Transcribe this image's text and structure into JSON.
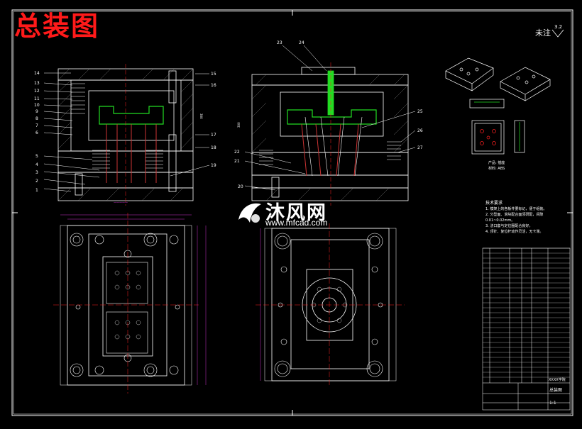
{
  "drawing": {
    "title": "总装图",
    "roughness_label": "未注",
    "roughness_value": "3.2",
    "watermark_name": "沐风网",
    "watermark_url": "www.mfcad.com",
    "part_info": [
      "产品: 插座",
      "材料: ABS"
    ],
    "notes_title": "技术要求",
    "notes": [
      "1. 模架上的各板件要标记，便于组装。",
      "2. 分型面、滑块配合面须研配，间隙 0.01~0.02mm。",
      "3. 浇口套与定位圈配合良好。",
      "4. 顶针、复位杆动作灵活，无卡滞。"
    ],
    "title_block_name": "总装图",
    "title_block_scale": "1:1",
    "title_block_top": "XXXX学院"
  },
  "balloons_left": [
    "1",
    "2",
    "3",
    "4",
    "5",
    "6",
    "7",
    "8",
    "9",
    "10",
    "11",
    "12",
    "13",
    "14",
    "15",
    "16",
    "17",
    "18",
    "19"
  ],
  "balloons_right": [
    "20",
    "21",
    "22",
    "23",
    "24",
    "25",
    "26",
    "27"
  ],
  "colors": {
    "background": "#000000",
    "line": "#ffffff",
    "title": "#ff1a1a",
    "cavity_green": "#22dd22",
    "pin_red": "#cc3333",
    "dim_magenta": "#ff40ff",
    "center_red": "#ff2020"
  }
}
